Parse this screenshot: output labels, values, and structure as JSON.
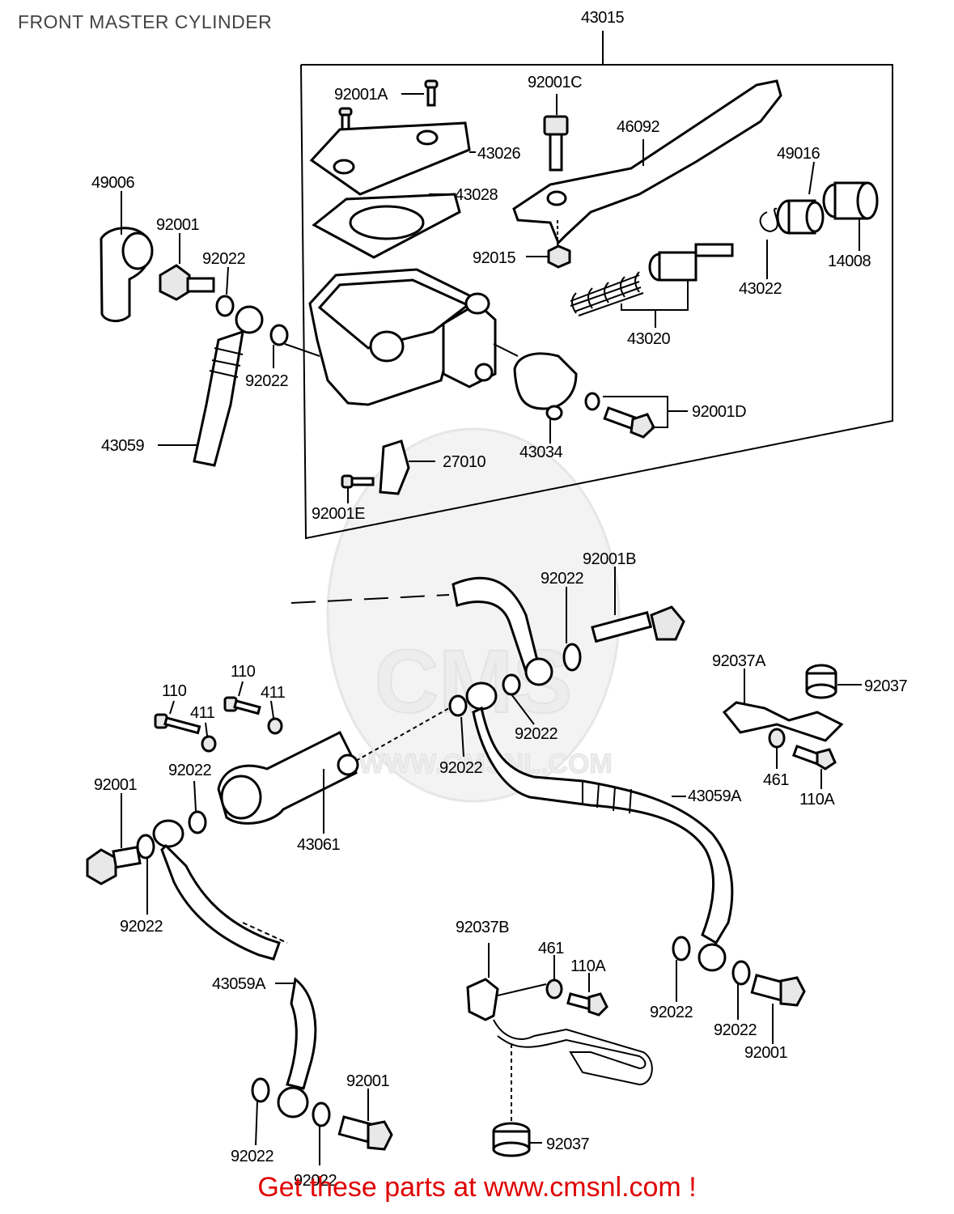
{
  "title": "FRONT MASTER CYLINDER",
  "footer": "Get these parts at www.cmsnl.com !",
  "watermark": "WWW.CMSNL.COM",
  "watermark_logo": "CMS",
  "labels": {
    "p43015": "43015",
    "p92001A": "92001A",
    "p92001C": "92001C",
    "p46092": "46092",
    "p49016": "49016",
    "p43026": "43026",
    "p43028": "43028",
    "p49006": "49006",
    "p92001_a": "92001",
    "p92022_a": "92022",
    "p92022_b": "92022",
    "p92015": "92015",
    "p43022": "43022",
    "p14008": "14008",
    "p43020": "43020",
    "p92001D": "92001D",
    "p43034": "43034",
    "p43059": "43059",
    "p27010": "27010",
    "p92001E": "92001E",
    "p92001B": "92001B",
    "p92022_c": "92022",
    "p92037A": "92037A",
    "p92037_a": "92037",
    "p110_a": "110",
    "p110_b": "110",
    "p411_a": "411",
    "p411_b": "411",
    "p92022_d": "92022",
    "p92022_e": "92022",
    "p461_a": "461",
    "p110A_a": "110A",
    "p92001_b": "92001",
    "p92022_f": "92022",
    "p43059A_a": "43059A",
    "p43061": "43061",
    "p92022_g": "92022",
    "p92037B": "92037B",
    "p461_b": "461",
    "p110A_b": "110A",
    "p43059A_b": "43059A",
    "p92022_h": "92022",
    "p92022_i": "92022",
    "p92001_c": "92001",
    "p92001_d": "92001",
    "p92022_j": "92022",
    "p92022_k": "92022",
    "p92037_b": "92037"
  }
}
